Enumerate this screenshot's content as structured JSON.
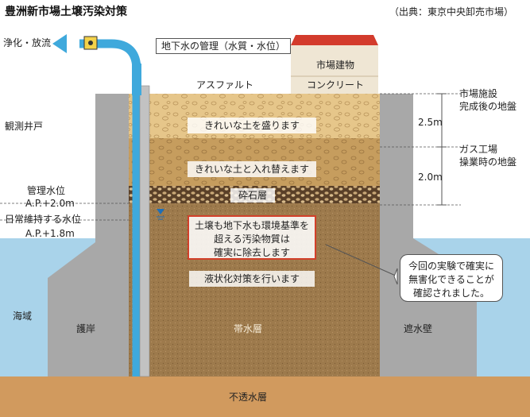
{
  "title": "豊洲新市場土壌汚染対策",
  "source": "（出典：東京中央卸売市場）",
  "labels": {
    "purify": "浄化・放流",
    "gw_mgmt": "地下水の管理（水質・水位）",
    "building": "市場建物",
    "asphalt": "アスファルト",
    "concrete": "コンクリート",
    "well": "観測井戸",
    "mgmt_level": "管理水位",
    "mgmt_level_value": "A.P.+2.0m",
    "normal_level": "日常維持する水位",
    "normal_level_value": "A.P.+1.8m",
    "sea": "海域",
    "revetment": "護岸",
    "aquifer": "帯水層",
    "cutoff_wall": "遮水壁",
    "impermeable": "不透水層",
    "layer_fill": "きれいな土を盛ります",
    "layer_replace": "きれいな土と入れ替えます",
    "gravel": "砕石層",
    "remove_1": "土壌も地下水も環境基準を",
    "remove_2": "超える汚染物質は",
    "remove_3": "確実に除去します",
    "liquefaction": "液状化対策を行います",
    "callout_1": "今回の実験で確実に",
    "callout_2": "無害化できることが",
    "callout_3": "確認されました。",
    "finish_1": "市場施設",
    "finish_2": "完成後の地盤",
    "gas_1": "ガス工場",
    "gas_2": "操業時の地盤",
    "dim_upper": "2.5m",
    "dim_lower": "2.0m"
  },
  "colors": {
    "sky": "#ffffff",
    "sea": "#a9d3ea",
    "wall": "#a8a8a8",
    "aquifer": "#9d7a4c",
    "top_fill": "#e6c68a",
    "replace": "#c69d5e",
    "gravel": "#6e5338",
    "impermeable": "#d19a5e",
    "pipe": "#3fa9dc",
    "building_roof": "#d33b2c",
    "building_wall": "#efe6d4",
    "red_frame": "#d2402a"
  },
  "icons": [
    "water-level-marker-icon",
    "pump-icon",
    "arrow-left-icon"
  ]
}
